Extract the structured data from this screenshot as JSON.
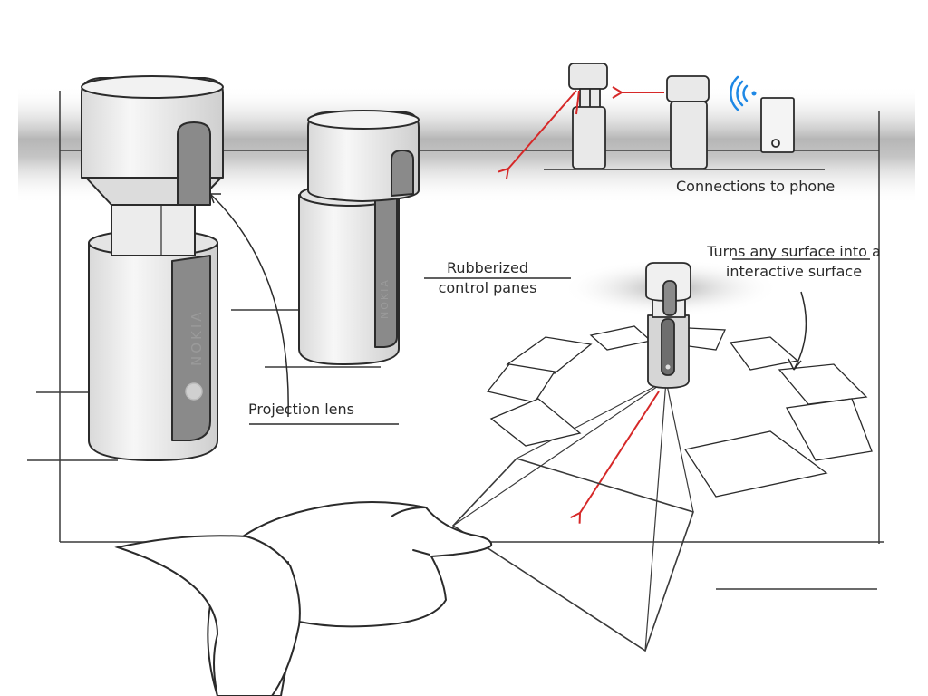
{
  "annotations": {
    "connections": "Connections to phone",
    "surface_line1": "Turns any surface into a",
    "surface_line2": "interactive surface",
    "rubber_line1": "Rubberized",
    "rubber_line2": "control panes",
    "projection": "Projection lens"
  },
  "brand": {
    "logo_text": "NOKIA"
  },
  "colors": {
    "arrow": "#d62828",
    "wifi": "#1e88e5",
    "stroke": "#2b2b2b",
    "panel": "#8a8a8a"
  }
}
